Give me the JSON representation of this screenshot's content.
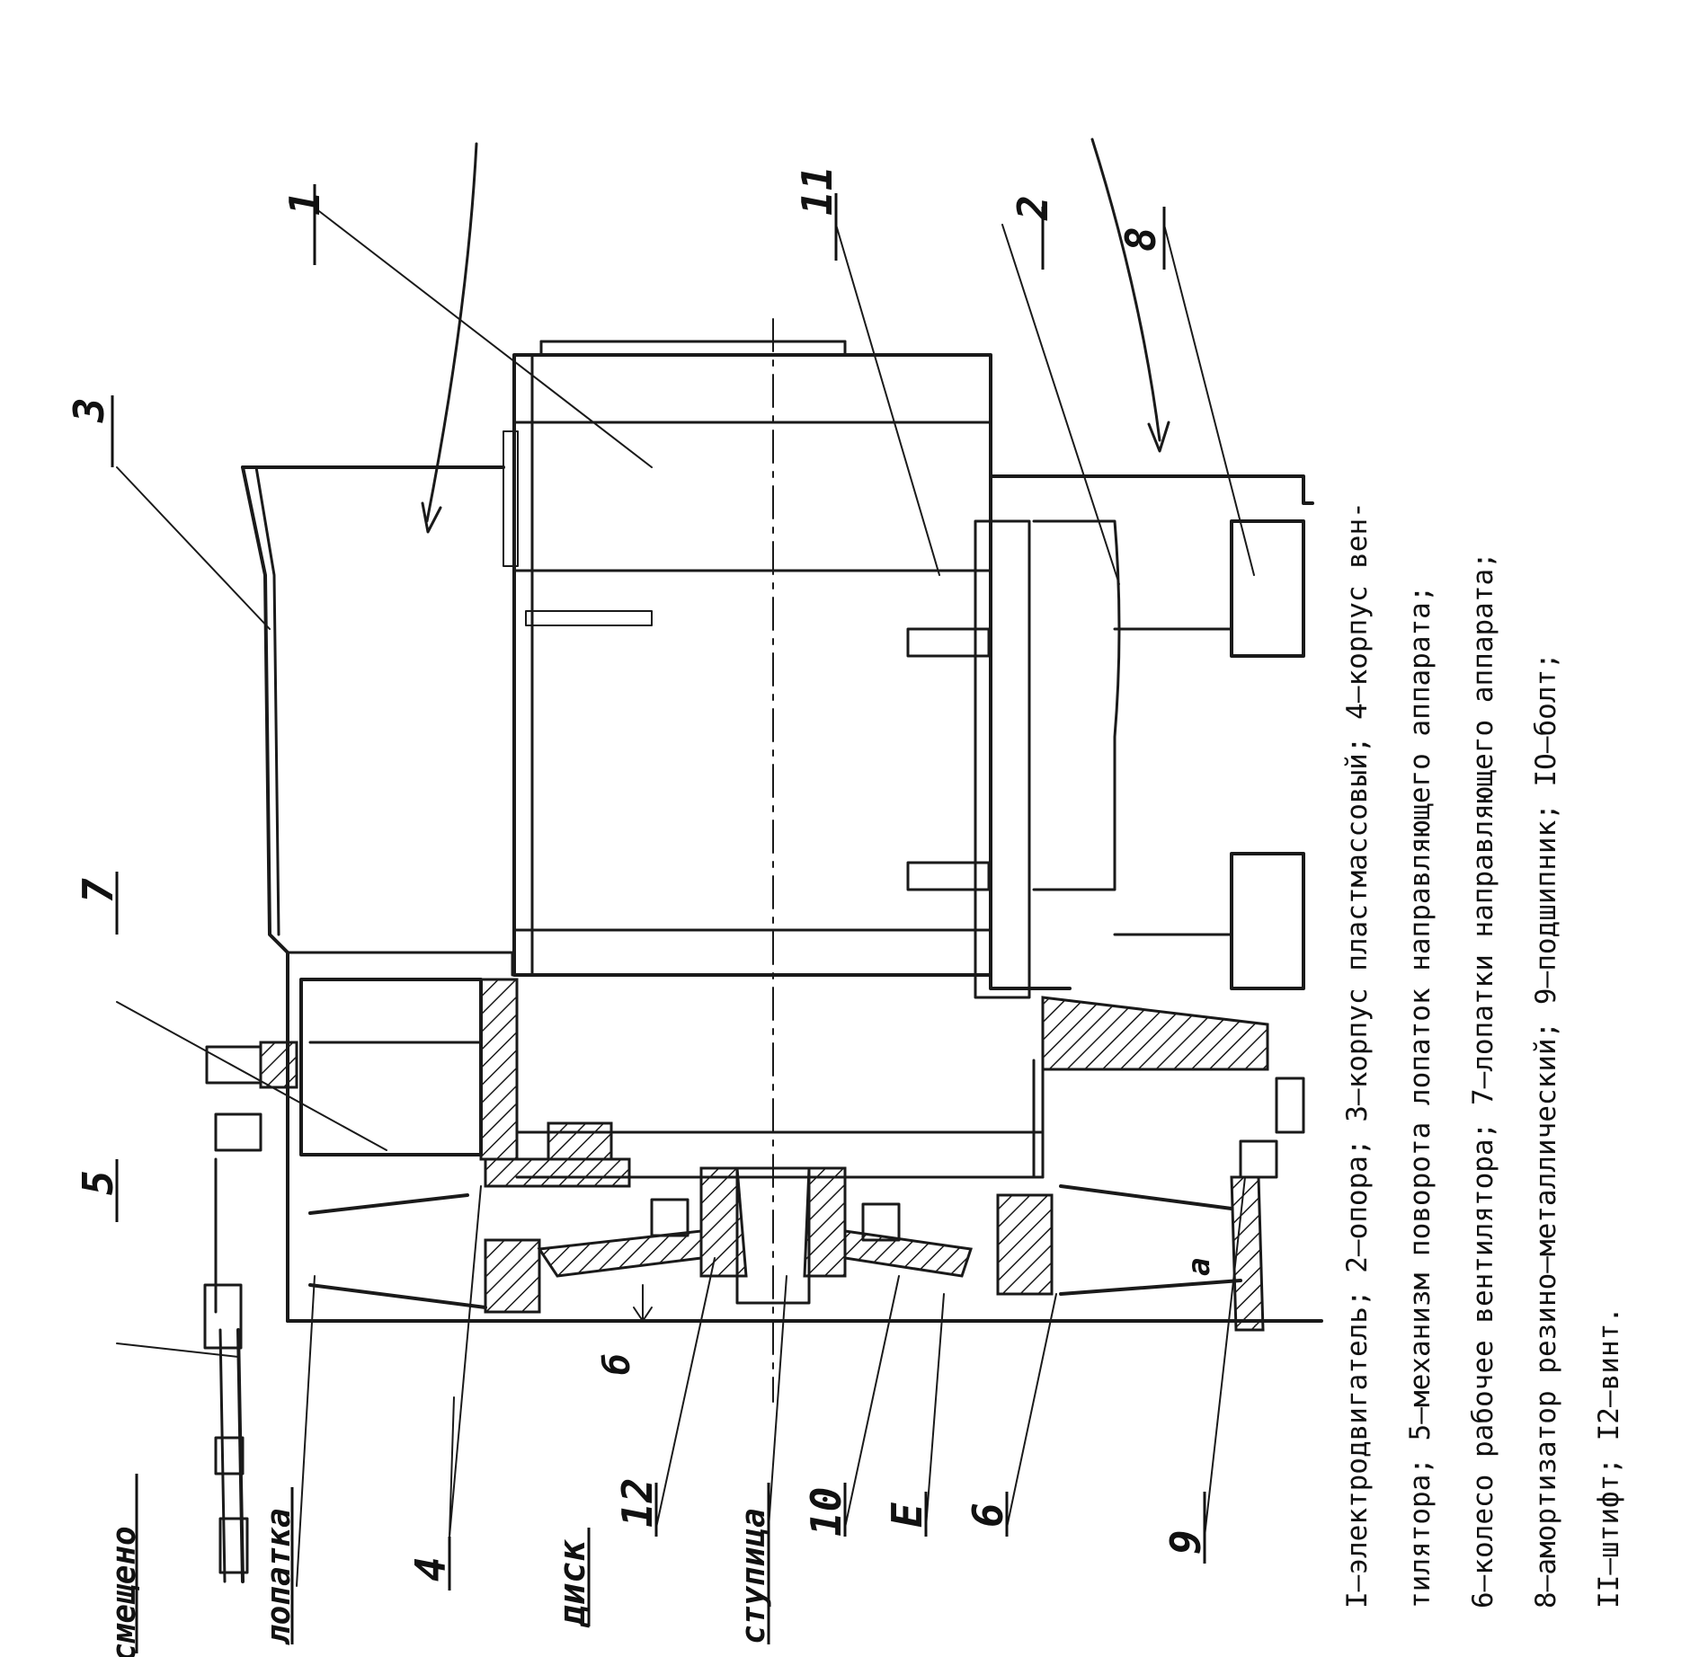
{
  "figure": {
    "callouts": {
      "c1": "1",
      "c2": "2",
      "c3": "3",
      "c4": "4",
      "c5": "5",
      "c6": "6",
      "c7": "7",
      "c8": "8",
      "c9": "9",
      "c10": "10",
      "c11": "11",
      "c12": "12",
      "cE": "E",
      "cB": "б",
      "smesheno": "смещено",
      "lopatka": "лопатка",
      "disk": "диск",
      "stupitsa": "ступица"
    },
    "dimension_a": "а",
    "section_mark": "б"
  },
  "caption": {
    "lines": [
      "I–электродвигатель; 2–опора; 3–корпус пластмассовый; 4–корпус вен-",
      "тилятора; 5–механизм поворота лопаток направляющего аппарата;",
      "6–колесо рабочее вентилятора; 7–лопатки направляющего аппарата;",
      "8–амортизатор резино–металлический; 9–подшипник; IO–болт;",
      "II–штифт; I2–винт."
    ]
  },
  "colors": {
    "ink": "#1a1a1a",
    "paper": "#ffffff"
  }
}
